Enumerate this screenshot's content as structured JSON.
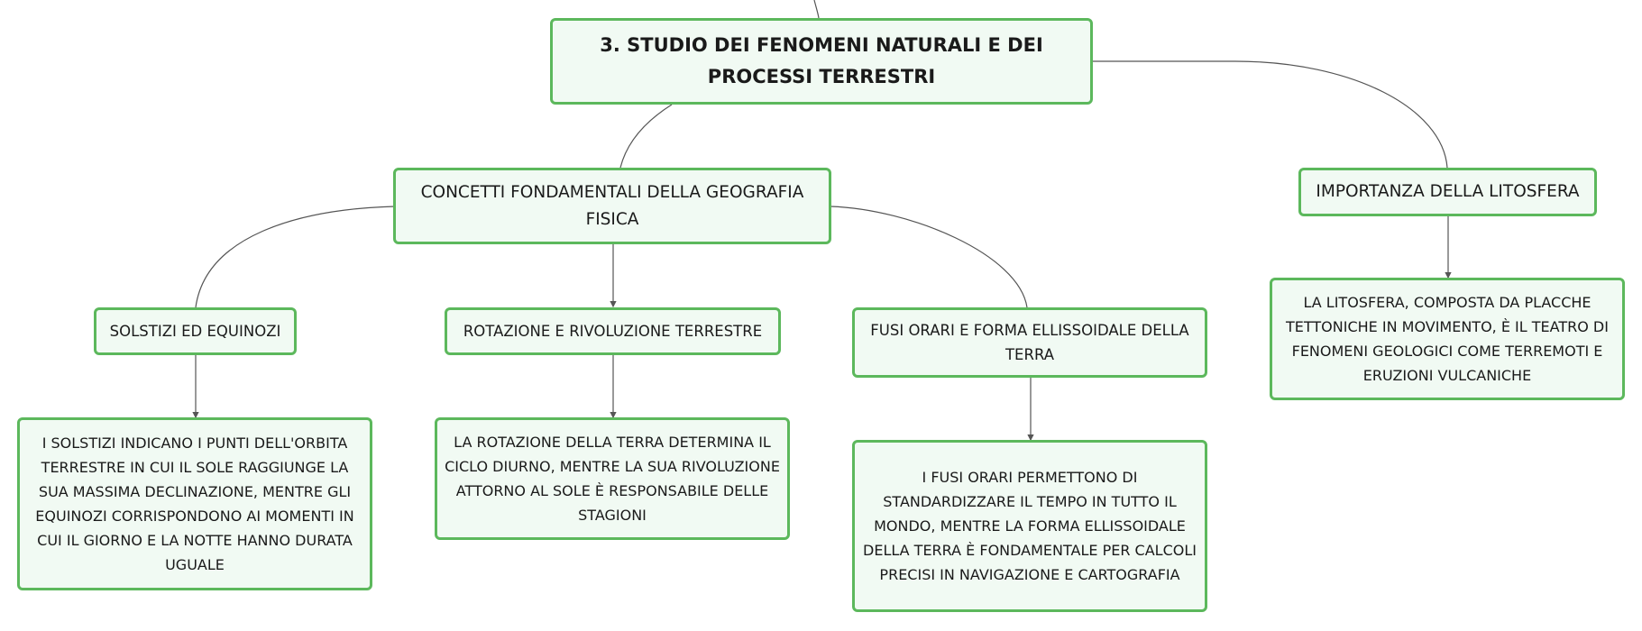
{
  "colors": {
    "node_fill": "#f1faf3",
    "node_border": "#5cb85c",
    "connector": "#555555",
    "text": "#1a1a1a"
  },
  "root": {
    "label": "3. STUDIO DEI FENOMENI NATURALI E DEI PROCESSI TERRESTRI"
  },
  "branches": {
    "concetti": {
      "label": "CONCETTI FONDAMENTALI DELLA GEOGRAFIA FISICA"
    },
    "litosfera": {
      "label": "IMPORTANZA DELLA LITOSFERA"
    }
  },
  "topics": {
    "solstizi": {
      "label": "SOLSTIZI ED EQUINOZI"
    },
    "rotazione": {
      "label": "ROTAZIONE E RIVOLUZIONE TERRESTRE"
    },
    "fusi": {
      "label": "FUSI ORARI E FORMA ELLISSOIDALE DELLA TERRA"
    }
  },
  "details": {
    "solstizi": {
      "text": "I SOLSTIZI INDICANO I PUNTI DELL'ORBITA TERRESTRE IN CUI IL SOLE RAGGIUNGE LA SUA MASSIMA DECLINAZIONE, MENTRE GLI EQUINOZI CORRISPONDONO AI MOMENTI IN CUI IL GIORNO E LA NOTTE HANNO DURATA UGUALE"
    },
    "rotazione": {
      "text": "LA ROTAZIONE DELLA TERRA DETERMINA IL CICLO DIURNO, MENTRE LA SUA RIVOLUZIONE ATTORNO AL SOLE È RESPONSABILE DELLE STAGIONI"
    },
    "fusi": {
      "text": "I FUSI ORARI PERMETTONO DI STANDARDIZZARE IL TEMPO IN TUTTO IL MONDO, MENTRE LA FORMA ELLISSOIDALE DELLA TERRA È FONDAMENTALE PER CALCOLI PRECISI IN NAVIGAZIONE E CARTOGRAFIA"
    },
    "litosfera": {
      "text": "LA LITOSFERA, COMPOSTA DA PLACCHE TETTONICHE IN MOVIMENTO, È IL TEATRO DI FENOMENI GEOLOGICI COME TERREMOTI E ERUZIONI VULCANICHE"
    }
  }
}
